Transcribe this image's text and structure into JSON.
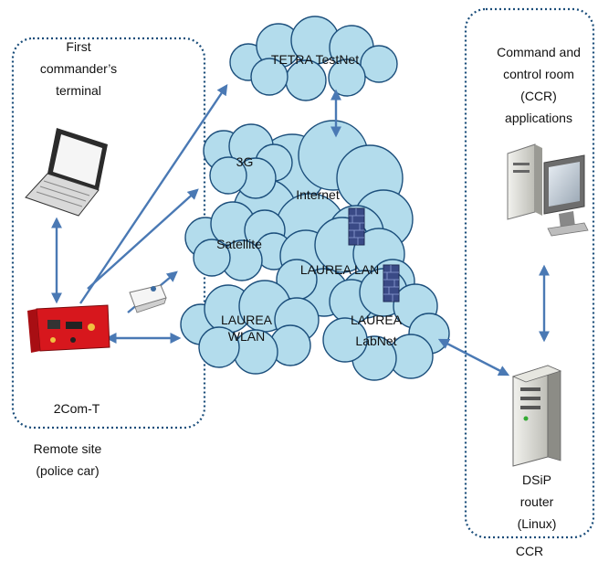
{
  "labels": {
    "terminal": [
      "First",
      "commander’s",
      "terminal"
    ],
    "ccr_apps": [
      "Command and",
      "control room",
      "(CCR)",
      "applications"
    ],
    "device": "2Com-T",
    "remote_site": [
      "Remote site",
      "(police car)"
    ],
    "router": [
      "DSiP",
      "router",
      "(Linux)"
    ],
    "ccr": "CCR"
  },
  "clouds": {
    "tetra": "TETRA TestNet",
    "g3": "3G",
    "internet": "Internet",
    "satellite": "Satellite",
    "laurea_lan": "LAUREA LAN",
    "laurea_wlan": [
      "LAUREA",
      "WLAN"
    ],
    "laurea_labnet": [
      "LAUREA",
      "LabNet"
    ]
  },
  "colors": {
    "cloud_fill": "#b3dcec",
    "cloud_stroke": "#1c4f7c",
    "arrow": "#4a79b4",
    "box_border": "#1a4d7a",
    "firewall": "#3a4a86",
    "device_red": "#d7171d"
  },
  "icons": [
    "laptop-icon",
    "desktop-computer-icon",
    "server-tower-icon",
    "firewall-icon",
    "radio-device-icon",
    "antenna-modem-icon"
  ]
}
